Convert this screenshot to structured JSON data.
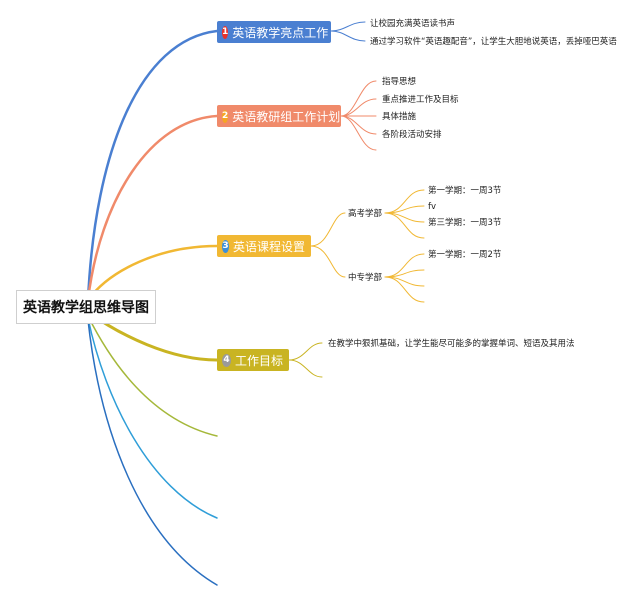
{
  "root": {
    "label": "英语教学组思维导图"
  },
  "branches": [
    {
      "num": "1",
      "label": "英语教学亮点工作",
      "color": "#4a7fd1",
      "num_color": "#e8332a",
      "leaves": [
        "让校园充满英语读书声",
        "通过学习软件“英语趣配音”，让学生大胆地说英语，丢掉哑巴英语"
      ]
    },
    {
      "num": "2",
      "label": "英语教研组工作计划",
      "color": "#f08a6a",
      "num_color": "#f5a623",
      "leaves": [
        "指导思想",
        "重点推进工作及目标",
        "具体措施",
        "各阶段活动安排"
      ]
    },
    {
      "num": "3",
      "label": "英语课程设置",
      "color": "#f1b833",
      "num_color": "#3b8fd9",
      "groups": [
        {
          "label": "高考学部",
          "items": [
            "第一学期：一周3节",
            "fv",
            "第三学期：一周3节"
          ]
        },
        {
          "label": "中专学部",
          "items": [
            "第一学期：一周2节"
          ]
        }
      ]
    },
    {
      "num": "4",
      "label": "工作目标",
      "color": "#c9b422",
      "num_color": "#9a9a9a",
      "leaves": [
        "在教学中狠抓基础，让学生能尽可能多的掌握单词、短语及其用法"
      ]
    }
  ],
  "extra_branch_colors": [
    "#a5b83a",
    "#2f9ed8",
    "#2a6fc0"
  ]
}
